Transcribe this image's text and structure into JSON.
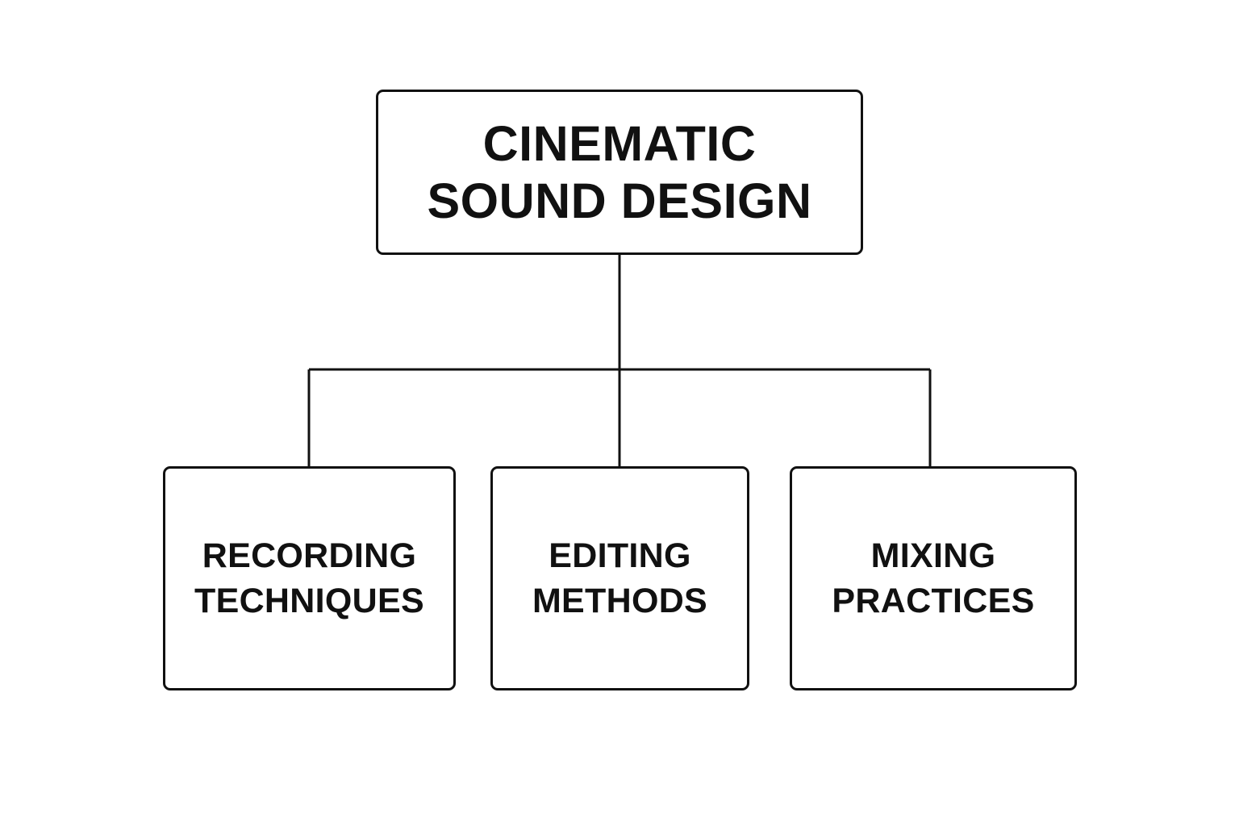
{
  "diagram": {
    "root": {
      "lines": [
        "CINEMATIC",
        "SOUND DESIGN"
      ]
    },
    "children": [
      {
        "lines": [
          "RECORDING",
          "TECHNIQUES"
        ]
      },
      {
        "lines": [
          "EDITING",
          "METHODS"
        ]
      },
      {
        "lines": [
          "MIXING",
          "PRACTICES"
        ]
      }
    ],
    "colors": {
      "stroke": "#111111",
      "background": "#ffffff",
      "text": "#111111"
    }
  }
}
